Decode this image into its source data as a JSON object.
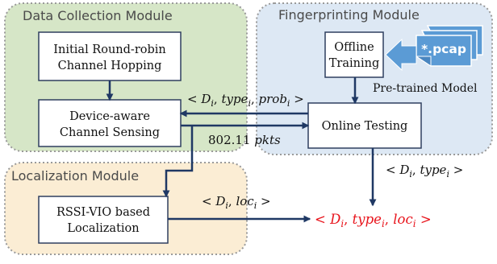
{
  "modules": {
    "data_collection": {
      "title": "Data Collection Module",
      "color": "#d6e6c7"
    },
    "fingerprinting": {
      "title": "Fingerprinting Module",
      "color": "#dde8f4"
    },
    "localization": {
      "title": "Localization Module",
      "color": "#fbedd4"
    }
  },
  "boxes": {
    "round_robin": {
      "line1": "Initial Round-robin",
      "line2": "Channel Hopping"
    },
    "channel_sensing": {
      "line1": "Device-aware",
      "line2": "Channel Sensing"
    },
    "offline_training": {
      "line1": "Offline",
      "line2": "Training"
    },
    "online_testing": {
      "label": "Online Testing"
    },
    "localization": {
      "line1": "RSSI-VIO based",
      "line2": "Localization"
    }
  },
  "file": {
    "label": "*.pcap",
    "color": "#5b9bd5",
    "icon": "document-stack-icon"
  },
  "labels": {
    "pretrained": "Pre-trained Model",
    "packets_num": "802.11",
    "packets_unit": "pkts"
  },
  "colors": {
    "result": "#e8141c",
    "arrow": "#1f3864"
  }
}
